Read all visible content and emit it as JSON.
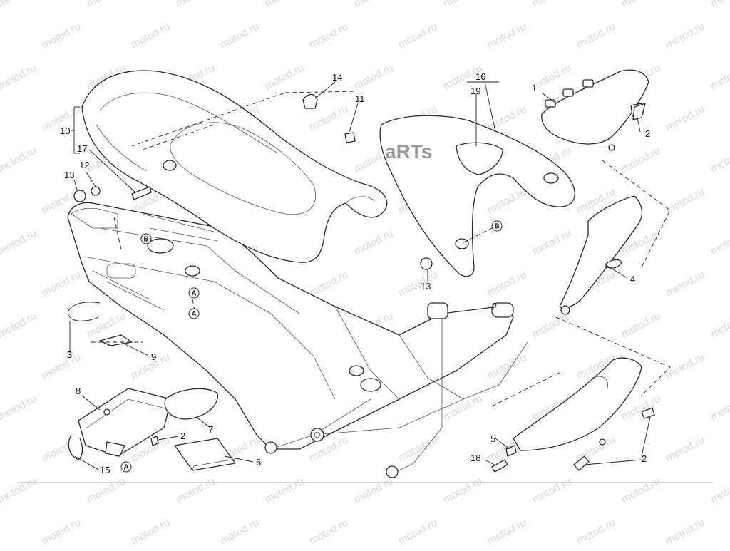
{
  "callouts": [
    "1",
    "2",
    "2",
    "2",
    "2",
    "3",
    "4",
    "5",
    "6",
    "7",
    "8",
    "9",
    "10",
    "11",
    "12",
    "13",
    "13",
    "14",
    "15",
    "16",
    "17",
    "18",
    "19"
  ],
  "refs": [
    "A",
    "A",
    "A",
    "B",
    "B"
  ],
  "watermark": "motod.ru",
  "logo": "aRTs",
  "colors": {
    "line": "#2a2a2a",
    "watermark": "#d6d6d6",
    "background": "#ffffff"
  }
}
